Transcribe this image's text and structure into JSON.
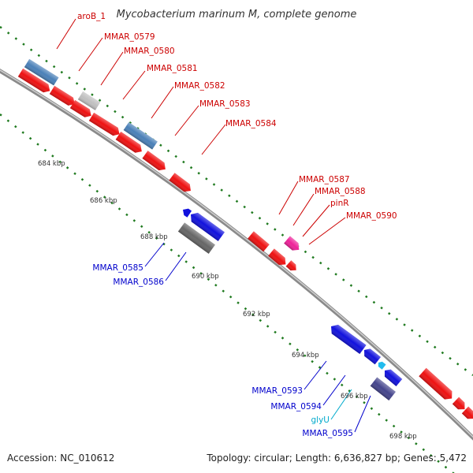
{
  "title": "Mycobacterium marinum M, complete genome",
  "footer": {
    "accession": "Accession: NC_010612",
    "info": "Topology: circular; Length: 6,636,827 bp; Genes: 5,472"
  },
  "colors": {
    "backbone": "#8a8a8a",
    "tick_dots": "#1f7a1f",
    "forward_label": "#cc0000",
    "reverse_label": "#0000cc",
    "trna_label": "#00aacc",
    "red_gene": "#ee1111",
    "blue_gene": "#1111dd",
    "steel_gene": "#4a80b8",
    "gray_gene": "#666666",
    "light_gray_gene": "#c0c0c0",
    "pink_gene": "#ee2299",
    "purple_gene": "#44448c",
    "cyan_gene": "#22bbee"
  },
  "ticks": [
    "684 kbp",
    "686 kbp",
    "688 kbp",
    "690 kbp",
    "692 kbp",
    "694 kbp",
    "696 kbp",
    "698 kbp"
  ],
  "forward_labels": [
    "aroB_1",
    "MMAR_0579",
    "MMAR_0580",
    "MMAR_0581",
    "MMAR_0582",
    "MMAR_0583",
    "MMAR_0584",
    "MMAR_0587",
    "MMAR_0588",
    "pinR",
    "MMAR_0590"
  ],
  "reverse_labels": [
    "MMAR_0585",
    "MMAR_0586",
    "MMAR_0593",
    "MMAR_0594",
    "glyU",
    "MMAR_0595"
  ]
}
